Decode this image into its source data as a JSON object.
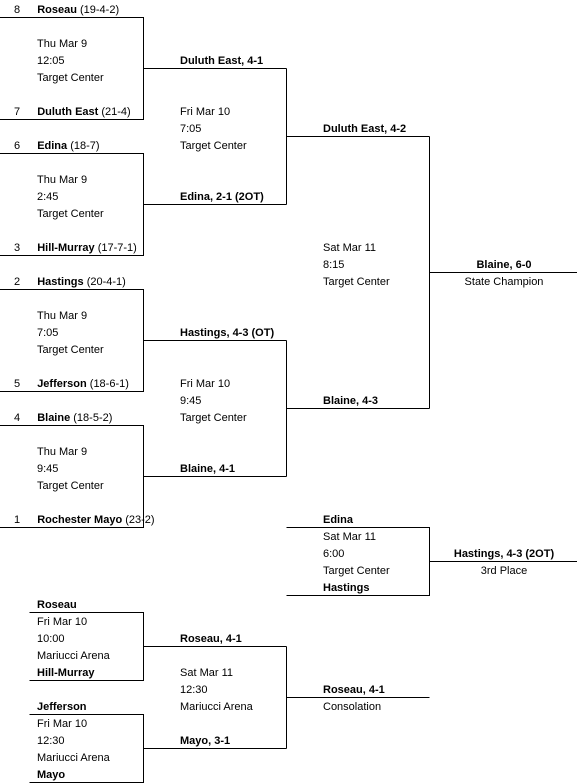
{
  "qf": [
    {
      "top": {
        "seed": "8",
        "team": "Roseau",
        "record": "(19-4-2)"
      },
      "info": {
        "date": "Thu Mar 9",
        "time": "12:05",
        "venue": "Target Center"
      },
      "bottom": {
        "seed": "7",
        "team": "Duluth East",
        "record": "(21-4)"
      },
      "result": "Duluth East, 4-1"
    },
    {
      "top": {
        "seed": "6",
        "team": "Edina",
        "record": "(18-7)"
      },
      "info": {
        "date": "Thu Mar 9",
        "time": "2:45",
        "venue": "Target Center"
      },
      "bottom": {
        "seed": "3",
        "team": "Hill-Murray",
        "record": "(17-7-1)"
      },
      "result": "Edina, 2-1 (2OT)"
    },
    {
      "top": {
        "seed": "2",
        "team": "Hastings",
        "record": "(20-4-1)"
      },
      "info": {
        "date": "Thu Mar 9",
        "time": "7:05",
        "venue": "Target Center"
      },
      "bottom": {
        "seed": "5",
        "team": "Jefferson",
        "record": "(18-6-1)"
      },
      "result": "Hastings, 4-3 (OT)"
    },
    {
      "top": {
        "seed": "4",
        "team": "Blaine",
        "record": "(18-5-2)"
      },
      "info": {
        "date": "Thu Mar 9",
        "time": "9:45",
        "venue": "Target Center"
      },
      "bottom": {
        "seed": "1",
        "team": "Rochester Mayo",
        "record": "(23-2)"
      },
      "result": "Blaine, 4-1"
    }
  ],
  "sf": [
    {
      "info": {
        "date": "Fri Mar 10",
        "time": "7:05",
        "venue": "Target Center"
      },
      "result": "Duluth East, 4-2"
    },
    {
      "info": {
        "date": "Fri Mar 10",
        "time": "9:45",
        "venue": "Target Center"
      },
      "result": "Blaine, 4-3"
    }
  ],
  "final": {
    "info": {
      "date": "Sat Mar 11",
      "time": "8:15",
      "venue": "Target Center"
    },
    "result": "Blaine, 6-0",
    "caption": "State Champion"
  },
  "third": {
    "top": "Edina",
    "info": {
      "date": "Sat Mar 11",
      "time": "6:00",
      "venue": "Target Center"
    },
    "bottom": "Hastings",
    "result": "Hastings, 4-3 (2OT)",
    "caption": "3rd Place"
  },
  "cons": [
    {
      "top": "Roseau",
      "info": {
        "date": "Fri Mar 10",
        "time": "10:00",
        "venue": "Mariucci Arena"
      },
      "bottom": "Hill-Murray",
      "result": "Roseau, 4-1"
    },
    {
      "top": "Jefferson",
      "info": {
        "date": "Fri Mar 10",
        "time": "12:30",
        "venue": "Mariucci Arena"
      },
      "bottom": "Mayo",
      "result": "Mayo, 3-1"
    }
  ],
  "cons_final": {
    "info": {
      "date": "Sat Mar 11",
      "time": "12:30",
      "venue": "Mariucci Arena"
    },
    "result": "Roseau, 4-1",
    "caption": "Consolation"
  }
}
